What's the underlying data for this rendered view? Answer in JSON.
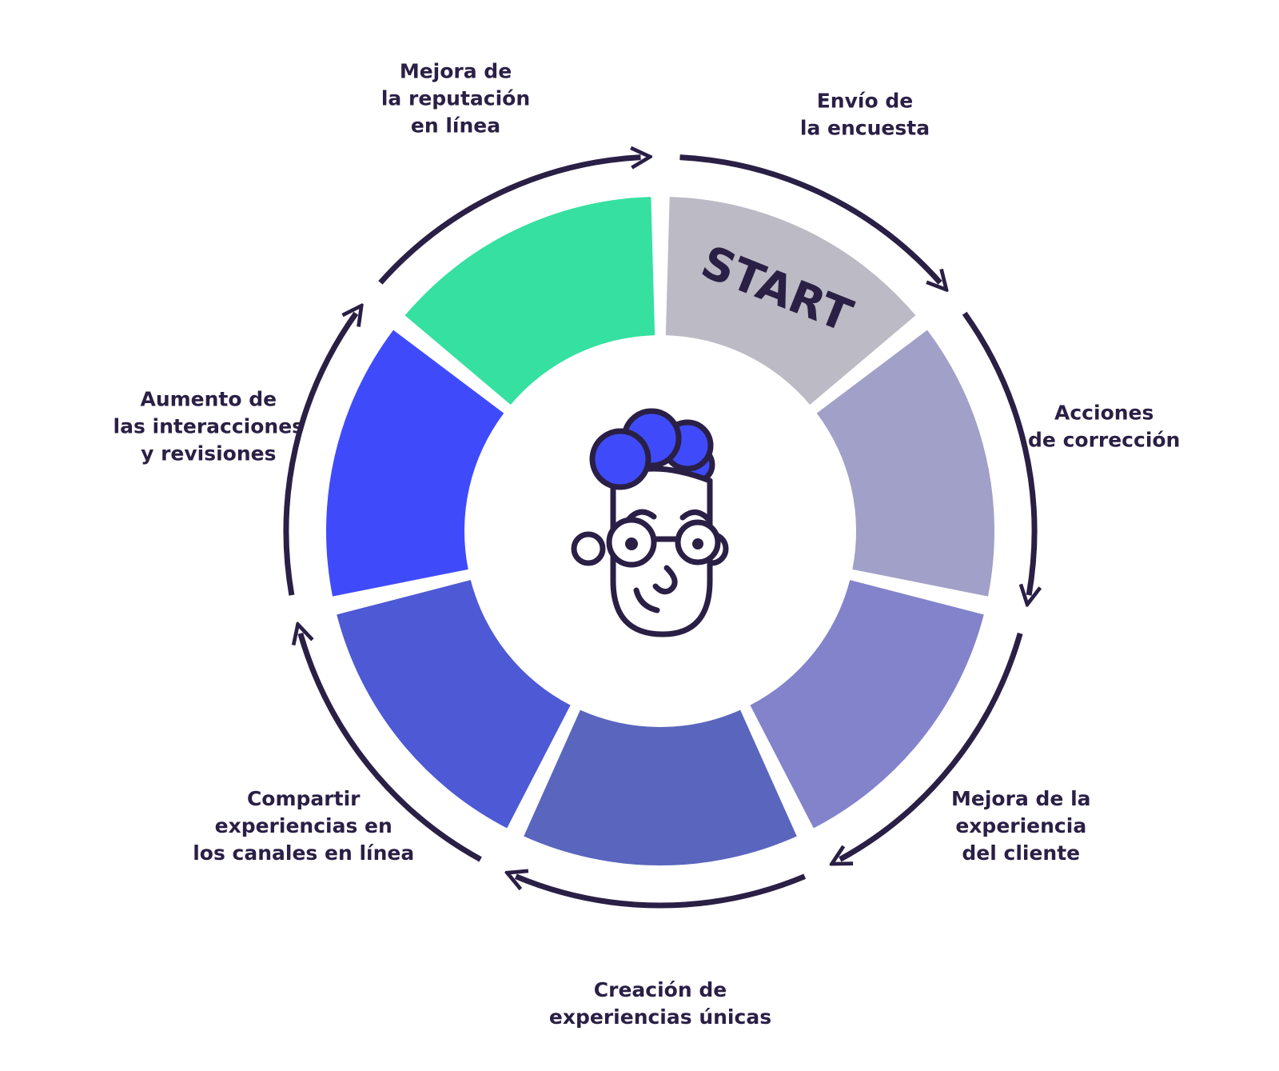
{
  "center_text": "START",
  "steps": [
    {
      "label_lines": [
        "Envío de",
        "la encuesta"
      ],
      "color": "#bbbac5"
    },
    {
      "label_lines": [
        "Acciones",
        "de corrección"
      ],
      "color": "#a0a0c8"
    },
    {
      "label_lines": [
        "Mejora de la",
        "experiencia",
        "del cliente"
      ],
      "color": "#8383cc"
    },
    {
      "label_lines": [
        "Creación de",
        "experiencias únicas"
      ],
      "color": "#5a66bd"
    },
    {
      "label_lines": [
        "Compartir",
        "experiencias en",
        "los canales en línea"
      ],
      "color": "#4d59d5"
    },
    {
      "label_lines": [
        "Aumento de",
        "las interacciones",
        "y revisiones"
      ],
      "color": "#3f4bfb"
    },
    {
      "label_lines": [
        "Mejora de",
        "la reputación",
        "en línea"
      ],
      "color": "#35e0a0"
    }
  ],
  "colors": {
    "ink": "#2a1f45",
    "hair": "#3f4bfb",
    "background": "#ffffff"
  },
  "center_icon": "character-face-with-glasses-icon"
}
